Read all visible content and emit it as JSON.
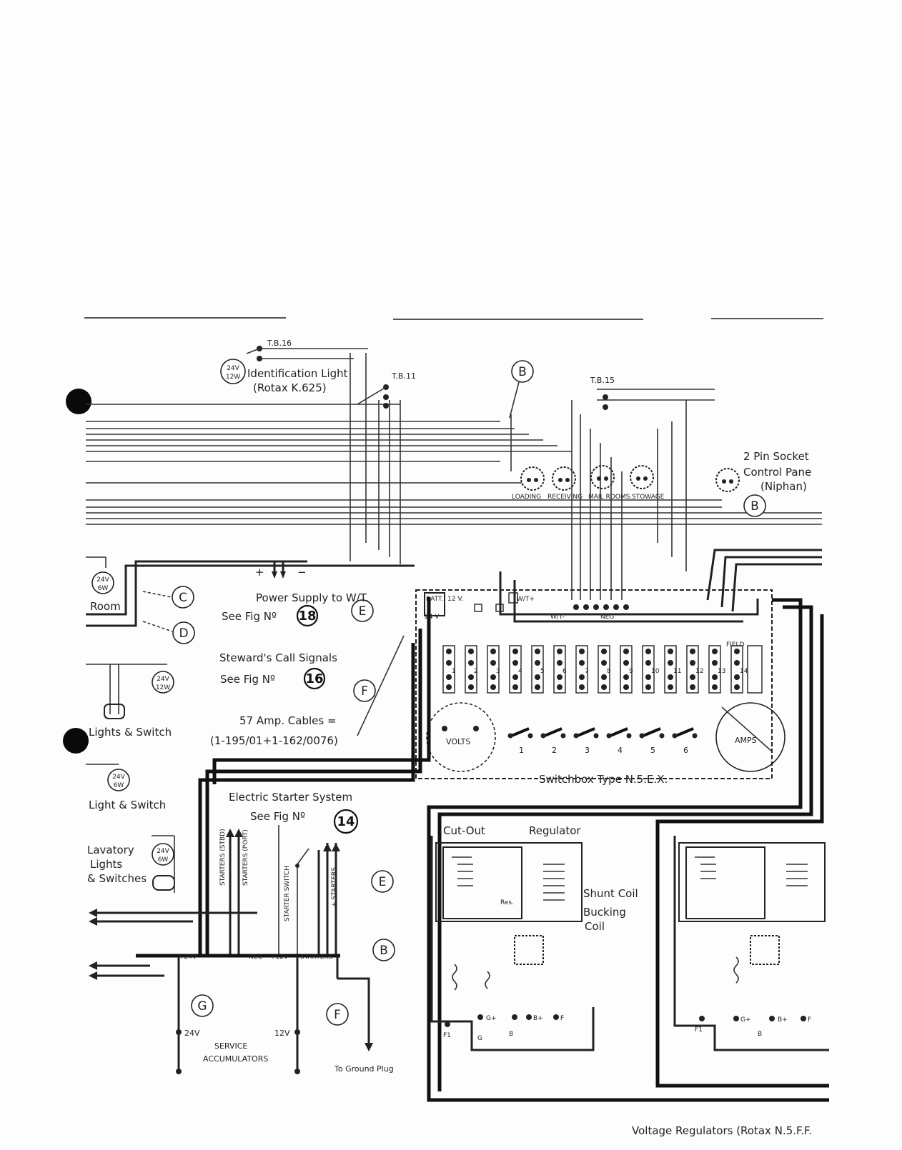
{
  "labels": {
    "tb16": "T.B.16",
    "tb11": "T.B.11",
    "tb15": "T.B.15",
    "id_light_v": "24V",
    "id_light_w": "12W",
    "id_light": "Identification Light",
    "rotax_k625": "(Rotax K.625)",
    "socket_title": "2 Pin Socket",
    "socket_sub": "Control Pane",
    "niphan": "(Niphan)",
    "loading": "LOADING",
    "receiving": "RECEIVING",
    "mail_rooms": "MAIL ROOMS.",
    "stowage": "STOWAGE",
    "room": "Room",
    "lamp_24v": "24V",
    "lamp_6w": "6W",
    "lamp_12w": "12W",
    "power_supply": "Power Supply to W/T.",
    "see_fig_18": "See Fig Nº",
    "stewards": "Steward's Call Signals",
    "see_fig_16": "See Fig Nº",
    "amp_cables": "57 Amp. Cables =",
    "amp_cables_ref": "(1-195/01+1-162/0076)",
    "lights_switch": "Lights & Switch",
    "light_switch": "Light & Switch",
    "lavatory1": "Lavatory",
    "lavatory2": "Lights",
    "lavatory3": "& Switches",
    "batt": "BATT.",
    "v12": "12 V.",
    "v24": "24 V",
    "wt_plus": "W/T+",
    "wt_minus": "W/T-",
    "neg": "NEG",
    "field": "FIELD",
    "volts": "VOLTS",
    "amps": "AMPS",
    "switchbox": "Switchbox Type N.5.E.X.",
    "electric_starter": "Electric Starter System",
    "see_fig_14": "See Fig Nº",
    "starter_switch": "STARTER SWITCH",
    "starters_stbd": "STARTERS (STBD)",
    "starters_port": "STARTERS (PORT)",
    "starters_plus": "+ STARTERS",
    "bus_24v": "+24V",
    "bus_neg": "NEG",
    "bus_12v": "+12V",
    "bus_starters": "STARTERS",
    "cut_out": "Cut-Out",
    "regulator": "Regulator",
    "res": "Res.",
    "shunt_coil": "Shunt Coil",
    "bucking_coil1": "Bucking",
    "bucking_coil2": "Coil",
    "g_plus": "G+",
    "b_plus": "B+",
    "f": "F",
    "f1": "F1",
    "g": "G",
    "b": "B",
    "service_acc1": "SERVICE",
    "service_acc2": "ACCUMULATORS",
    "acc_24v": "24V",
    "acc_12v": "12V",
    "to_ground_plug": "To Ground Plug",
    "voltage_regulators": "Voltage Regulators (Rotax N.5.F.F."
  },
  "circles": {
    "B_top": "B",
    "B_right": "B",
    "C": "C",
    "D": "D",
    "E_left": "E",
    "F_mid": "F",
    "E_low": "E",
    "B_low": "B",
    "G": "G",
    "F_low": "F"
  },
  "fig_numbers": {
    "fig18": "18",
    "fig16": "16",
    "fig14": "14"
  },
  "terminals": [
    "1",
    "2",
    "3",
    "4",
    "5",
    "6",
    "7",
    "8",
    "9",
    "10",
    "11",
    "12",
    "13",
    "14"
  ],
  "switches": [
    "1",
    "2",
    "3",
    "4",
    "5",
    "6"
  ]
}
